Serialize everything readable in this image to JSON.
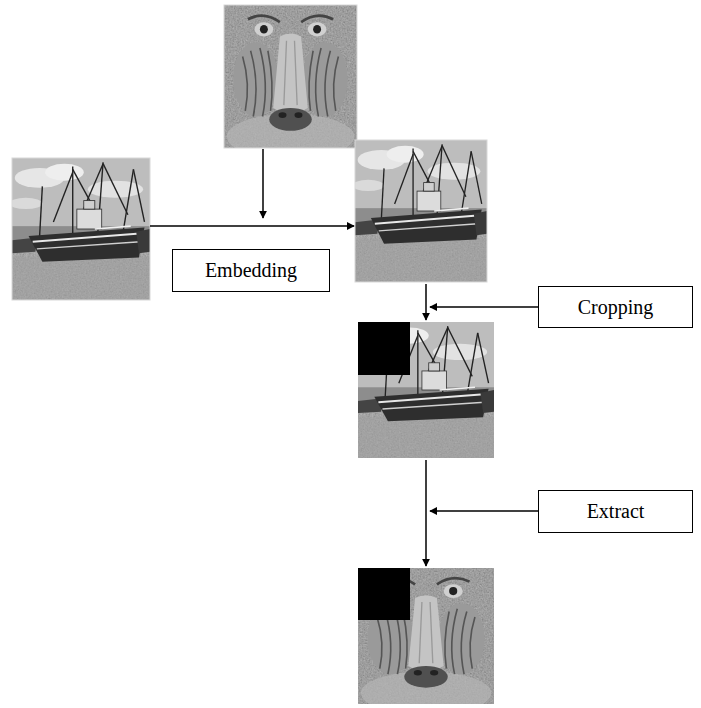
{
  "diagram": {
    "nodes": [
      {
        "text": [
          "Embedding"
        ]
      },
      {
        "text": [
          "Cropping"
        ]
      },
      {
        "text": [
          "Extract"
        ]
      }
    ]
  }
}
